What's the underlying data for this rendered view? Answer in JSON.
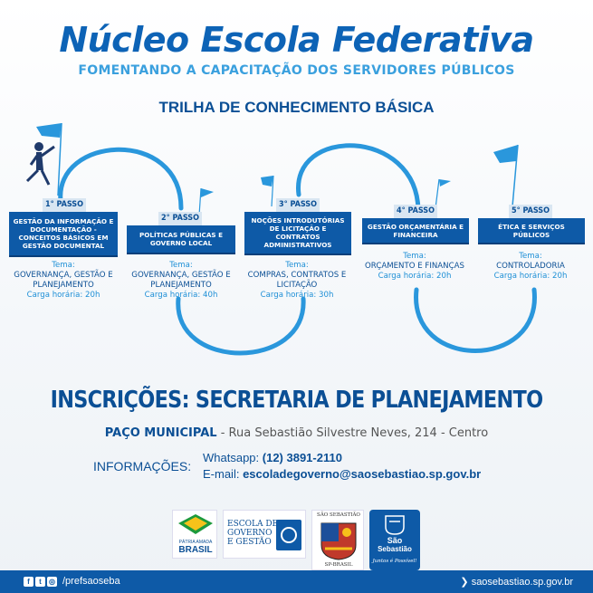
{
  "header": {
    "title": "Núcleo Escola Federativa",
    "subtitle": "FOMENTANDO A CAPACITAÇÃO DOS SERVIDORES PÚBLICOS",
    "trail_title": "TRILHA DE CONHECIMENTO BÁSICA"
  },
  "steps": [
    {
      "tab": "1° PASSO",
      "name": "GESTÃO DA INFORMAÇÃO E DOCUMENTAÇÃO - CONCEITOS BÁSICOS EM GESTÃO DOCUMENTAL",
      "theme_label": "Tema:",
      "theme": "GOVERNANÇA, GESTÃO E PLANEJAMENTO",
      "hours": "Carga horária: 20h"
    },
    {
      "tab": "2° PASSO",
      "name": "POLÍTICAS PÚBLICAS E GOVERNO LOCAL",
      "theme_label": "Tema:",
      "theme": "GOVERNANÇA, GESTÃO E PLANEJAMENTO",
      "hours": "Carga horária: 40h"
    },
    {
      "tab": "3° PASSO",
      "name": "NOÇÕES INTRODUTÓRIAS DE LICITAÇÃO E CONTRATOS ADMINISTRATIVOS",
      "theme_label": "Tema:",
      "theme": "COMPRAS, CONTRATOS E LICITAÇÃO",
      "hours": "Carga horária: 30h"
    },
    {
      "tab": "4° PASSO",
      "name": "GESTÃO ORÇAMENTÁRIA E FINANCEIRA",
      "theme_label": "Tema:",
      "theme": "ORÇAMENTO E FINANÇAS",
      "hours": "Carga horária: 20h"
    },
    {
      "tab": "5° PASSO",
      "name": "ÉTICA E SERVIÇOS PÚBLICOS",
      "theme_label": "Tema:",
      "theme": "CONTROLADORIA",
      "hours": "Carga horária: 20h"
    }
  ],
  "registration": {
    "heading": "INSCRIÇÕES:  SECRETARIA DE PLANEJAMENTO",
    "place": "PAÇO MUNICIPAL",
    "address": " - Rua Sebastião Silvestre Neves, 214 - Centro"
  },
  "info": {
    "label": "INFORMAÇÕES:",
    "whatsapp_label": "Whatsapp: ",
    "whatsapp": "(12) 3891-2110",
    "email_label": "E-mail: ",
    "email": "escoladegoverno@saosebastiao.sp.gov.br"
  },
  "logos": {
    "brasil_line1": "PÁTRIA AMADA",
    "brasil_line2": "BRASIL",
    "escola_line1": "ESCOLA DE",
    "escola_line2": "GOVERNO",
    "escola_line3": "E GESTÃO",
    "crest_top": "SÃO SEBASTIÃO",
    "crest_bottom": "SP-BRASIL",
    "ss_line1": "São",
    "ss_line2": "Sebastião",
    "ss_slogan": "Juntos é Possível!"
  },
  "footer": {
    "handle": "/prefsaoseba",
    "site": "saosebastiao.sp.gov.br",
    "icons": [
      "facebook-icon",
      "twitter-icon",
      "instagram-icon"
    ]
  },
  "colors": {
    "primary": "#0e5aa7",
    "accent": "#1e8fd6",
    "path": "#2a97dc"
  }
}
